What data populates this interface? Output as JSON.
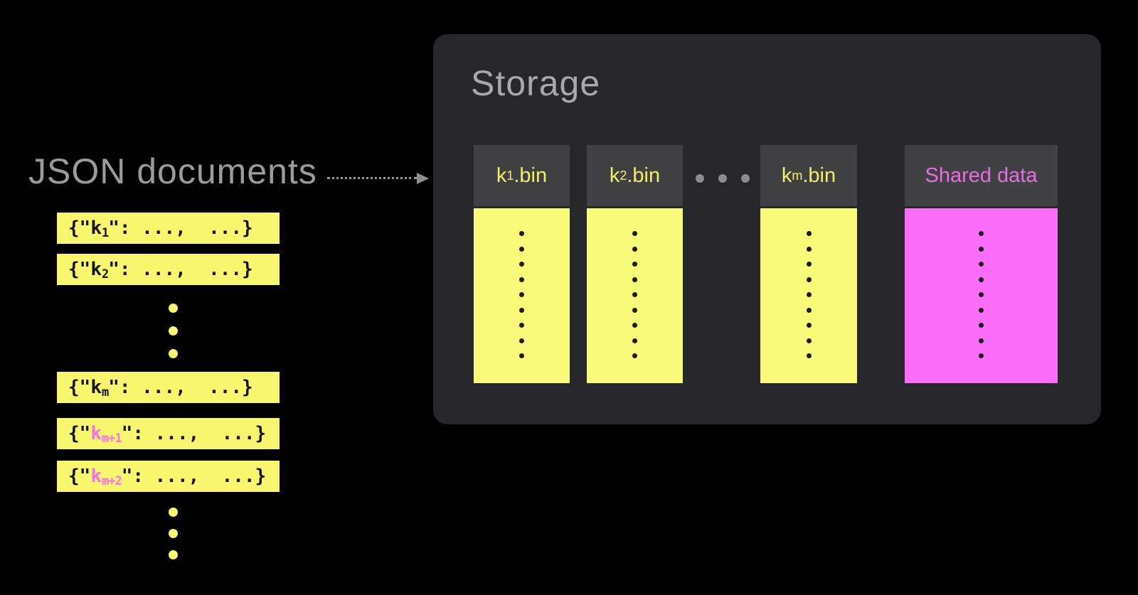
{
  "left_panel": {
    "title": "JSON documents",
    "bars": [
      {
        "open": "{\"",
        "key": "k",
        "sub": "1",
        "close": "\": ...,  ...}"
      },
      {
        "open": "{\"",
        "key": "k",
        "sub": "2",
        "close": "\": ...,  ...}"
      },
      {
        "open": "{\"",
        "key": "k",
        "sub": "m",
        "close": "\": ...,  ...}"
      },
      {
        "open": "{\"",
        "key": "k",
        "sub": "m+1",
        "close": "\": ...,  ...}",
        "highlighted": true
      },
      {
        "open": "{\"",
        "key": "k",
        "sub": "m+2",
        "close": "\": ...,  ...}",
        "highlighted": true
      }
    ]
  },
  "storage_panel": {
    "title": "Storage",
    "bin_headers": [
      {
        "base": "k",
        "sub": "1",
        "suffix": ".bin"
      },
      {
        "base": "k",
        "sub": "2",
        "suffix": ".bin"
      },
      {
        "base": "k",
        "sub": "m",
        "suffix": ".bin"
      }
    ],
    "shared_header": "Shared data"
  },
  "colors": {
    "background": "#000000",
    "document_yellow": "#f8f56f",
    "column_yellow": "#f9f97a",
    "shared_magenta": "#fc6dfa",
    "highlight_pink_key": "#fd71e3",
    "shared_label_pink": "#e86ce2",
    "storage_panel_gray": "#27272b",
    "bin_header_gray": "#414144",
    "muted_label_gray": "#9b9b9b",
    "bin_header_text_yellow": "#f2ee68"
  }
}
